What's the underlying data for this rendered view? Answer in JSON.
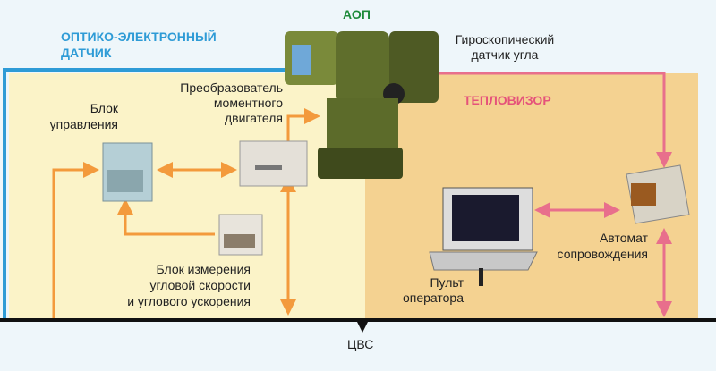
{
  "labels": {
    "aop": "АОП",
    "optical_sensor": [
      "ОПТИКО-ЭЛЕКТРОННЫЙ",
      "ДАТЧИК"
    ],
    "gyro_sensor": [
      "Гироскопический",
      "датчик угла"
    ],
    "thermal_imager": "ТЕПЛОВИЗОР",
    "torque_converter": [
      "Преобразователь",
      "моментного",
      "двигателя"
    ],
    "control_unit": [
      "Блок",
      "управления"
    ],
    "measurement_unit": [
      "Блок измерения",
      "угловой скорости",
      "и углового ускорения"
    ],
    "operator_console": [
      "Пульт",
      "оператора"
    ],
    "tracking_automat": [
      "Автомат",
      "сопровождения"
    ],
    "cvs": "ЦВС"
  },
  "colors": {
    "blue_line": "#2e9bd6",
    "orange_arrow": "#f39a3c",
    "pink_arrow": "#e86f8c",
    "left_panel": "#fbf3c8",
    "right_panel": "#f4d291",
    "bus": "#111111"
  }
}
